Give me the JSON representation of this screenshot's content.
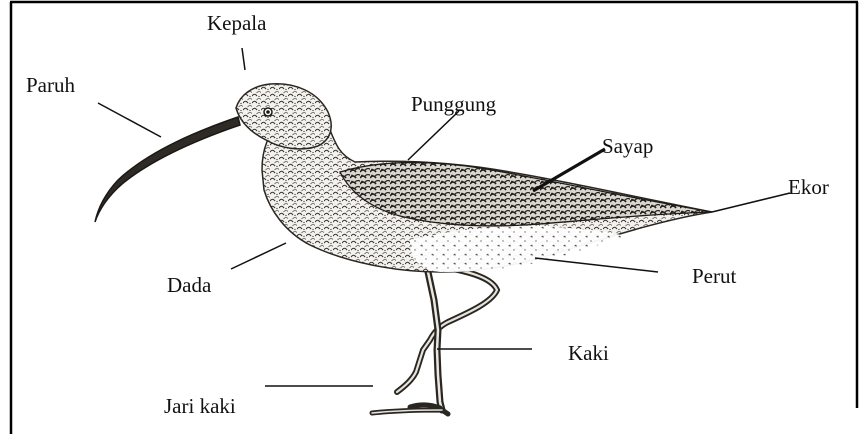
{
  "diagram": {
    "labels": {
      "kepala": "Kepala",
      "paruh": "Paruh",
      "punggung": "Punggung",
      "sayap": "Sayap",
      "ekor": "Ekor",
      "dada": "Dada",
      "perut": "Perut",
      "kaki": "Kaki",
      "jari_kaki": "Jari kaki"
    }
  },
  "colors": {
    "ink": "#111111",
    "border": "#000000",
    "background": "#ffffff"
  }
}
